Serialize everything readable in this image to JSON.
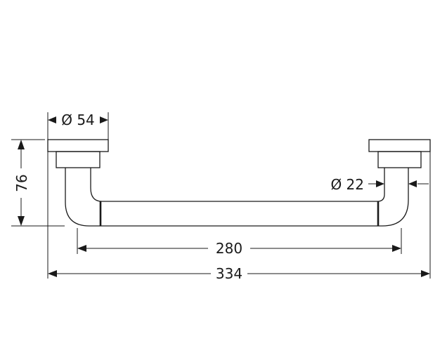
{
  "dimensions": {
    "flange_diameter": "Ø 54",
    "tube_diameter": "Ø 22",
    "height": "76",
    "inner_length": "280",
    "overall_length": "334"
  },
  "colors": {
    "line": "#1a1a1a",
    "background": "#ffffff"
  }
}
